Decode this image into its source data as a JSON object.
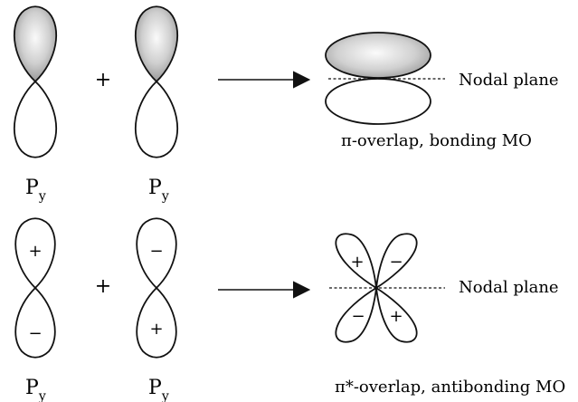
{
  "title": "",
  "rows": [
    {
      "lobe_signs_left": [
        "",
        ""
      ],
      "lobe_signs_right": [
        "",
        ""
      ],
      "plus": "+",
      "left_label": {
        "base": "P",
        "sub": "y"
      },
      "right_label": {
        "base": "P",
        "sub": "y"
      },
      "result_label": "π-overlap, bonding MO",
      "nodal_plane": "Nodal plane"
    },
    {
      "lobe_signs_left": [
        "+",
        "−"
      ],
      "lobe_signs_right": [
        "−",
        "+"
      ],
      "plus": "+",
      "left_label": {
        "base": "P",
        "sub": "y"
      },
      "right_label": {
        "base": "P",
        "sub": "y"
      },
      "result_label": "π*-overlap, antibonding MO",
      "nodal_plane": "Nodal plane",
      "antibonding_lobe_signs": [
        "+",
        "−",
        "−",
        "+"
      ]
    }
  ],
  "colors": {
    "stroke": "#111111",
    "shade_light": "#f2f2f2",
    "shade_dark": "#8d8d8d"
  }
}
